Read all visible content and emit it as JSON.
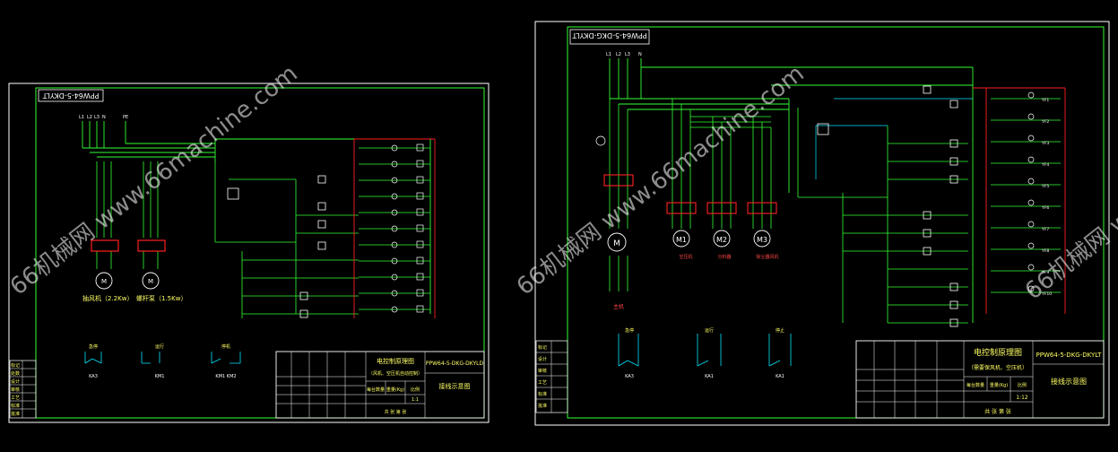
{
  "watermark": {
    "site": "66机械网 www.66machine.com",
    "site_short": "66机械网 w"
  },
  "left_sheet": {
    "stamp": "PPW64-5-DKYLT",
    "motor_labels": {
      "fan": "抽风机（2.2Kw）",
      "feeder": "螺杆泵（1.5Kw）"
    },
    "legend": [
      {
        "label": "急停",
        "code": "KA3"
      },
      {
        "label": "运行",
        "code": "KM1"
      },
      {
        "label": "停机",
        "code": "KM1 KM2"
      }
    ],
    "title_block": {
      "title_line1": "电控制原理图",
      "title_line2": "（风机、空压机自动控制）",
      "drawing_no": "PPW64-5-DKG-DKYLD",
      "sheet_name": "接线示意图",
      "qty_label": "每台数量",
      "weight_label": "重量(Kg)",
      "scale_label": "比例",
      "scale_value": "1:1",
      "sheets_label": "共 张 第 张",
      "left_cells": [
        "标记",
        "处数",
        "设计",
        "审核",
        "工艺",
        "标准",
        "批准"
      ]
    }
  },
  "right_sheet": {
    "stamp": "PPW64-5-DKG-DKYLT",
    "motors": [
      "M",
      "M1",
      "M2",
      "M3"
    ],
    "motor_captions": [
      "主机",
      "空压机",
      "分料器",
      "除尘器风机"
    ],
    "legend": [
      {
        "label": "急停",
        "code": "KA3"
      },
      {
        "label": "运行",
        "code": "KA1"
      },
      {
        "label": "停止",
        "code": "KA1"
      }
    ],
    "title_block": {
      "title_line1": "电控制原理图",
      "title_line2": "（需要保风机、空压机）",
      "drawing_no": "PPW64-5-DKG-DKYLT",
      "sheet_name": "接线示意图",
      "qty_label": "每台数量",
      "weight_label": "重量(Kg)",
      "scale_label": "比例",
      "scale_value": "1:12",
      "sheets_label": "共 张 第 张",
      "left_cells": [
        "标记",
        "设计",
        "审核",
        "工艺",
        "标准",
        "批准"
      ]
    },
    "indicator_labels": [
      "YF1",
      "YF2",
      "YF3",
      "YF4",
      "YF5",
      "YF6",
      "YF7",
      "YF8",
      "YF9",
      "YF10"
    ]
  },
  "colors": {
    "border": "#ffffff",
    "wire_green": "#33ff33",
    "wire_cyan": "#00e5ff",
    "wire_red": "#ff3333",
    "wire_yellow": "#ffff66",
    "component_red": "#ff2020"
  }
}
